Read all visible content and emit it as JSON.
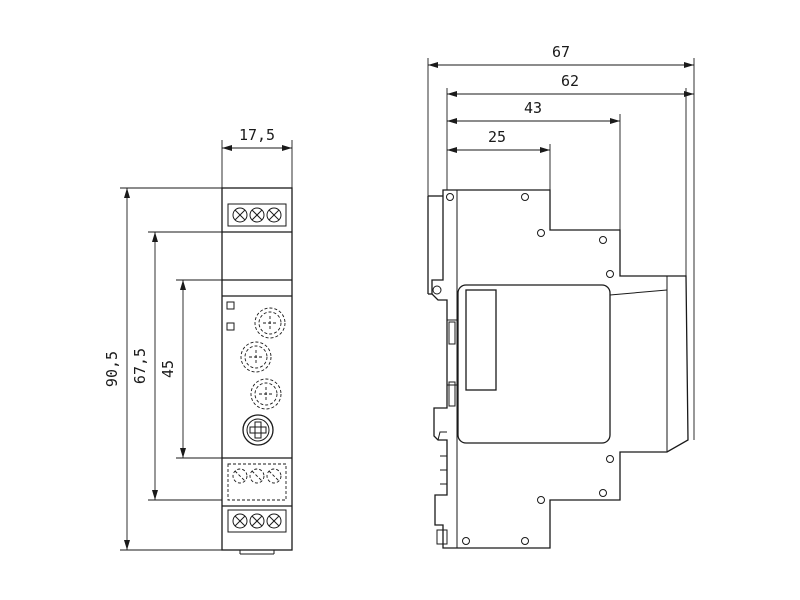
{
  "dimensions": {
    "front_width": "17,5",
    "front_height_total": "90,5",
    "front_height_mid": "67,5",
    "front_height_inner": "45",
    "side_depth_67": "67",
    "side_depth_62": "62",
    "side_depth_43": "43",
    "side_depth_25": "25"
  }
}
